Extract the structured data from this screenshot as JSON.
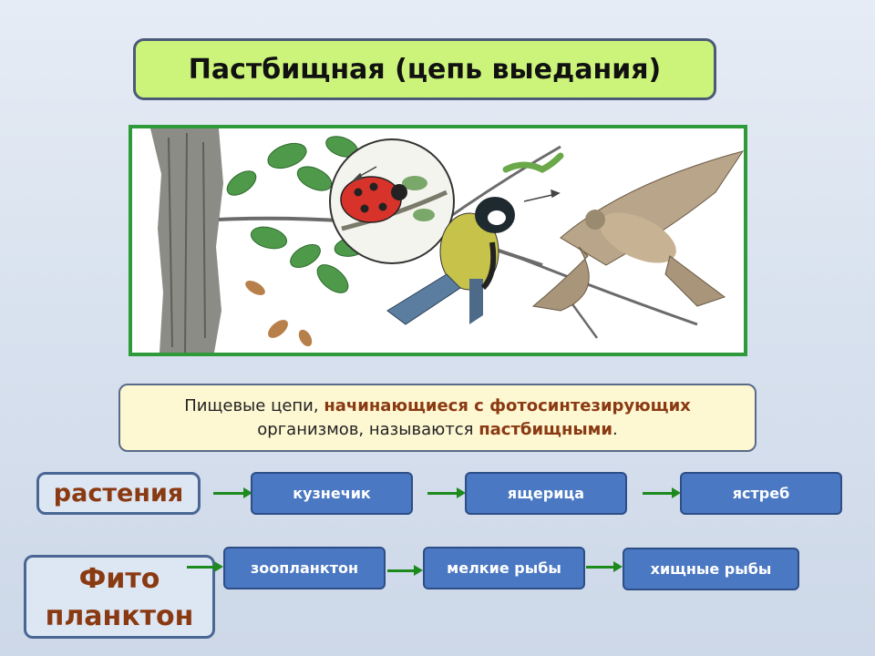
{
  "title": "Пастбищная (цепь выедания)",
  "definition": {
    "part1": "Пищевые цепи, ",
    "part2": "начинающиеся с фотосинтезирующих",
    "part3": "организмов, называются ",
    "part4": "пастбищными",
    "part5": "."
  },
  "chain1": {
    "source": "растения",
    "links": [
      "кузнечик",
      "ящерица",
      "ястреб"
    ]
  },
  "chain2": {
    "source_line1": "Фито",
    "source_line2": "планктон",
    "links": [
      "зоопланктон",
      "мелкие рыбы",
      "хищные рыбы"
    ]
  },
  "colors": {
    "title_bg": "#ccf47a",
    "frame": "#2e9a3a",
    "node_bg": "#4a78c2",
    "arrow": "#1d8a1d",
    "highlight": "#8a3a12"
  }
}
